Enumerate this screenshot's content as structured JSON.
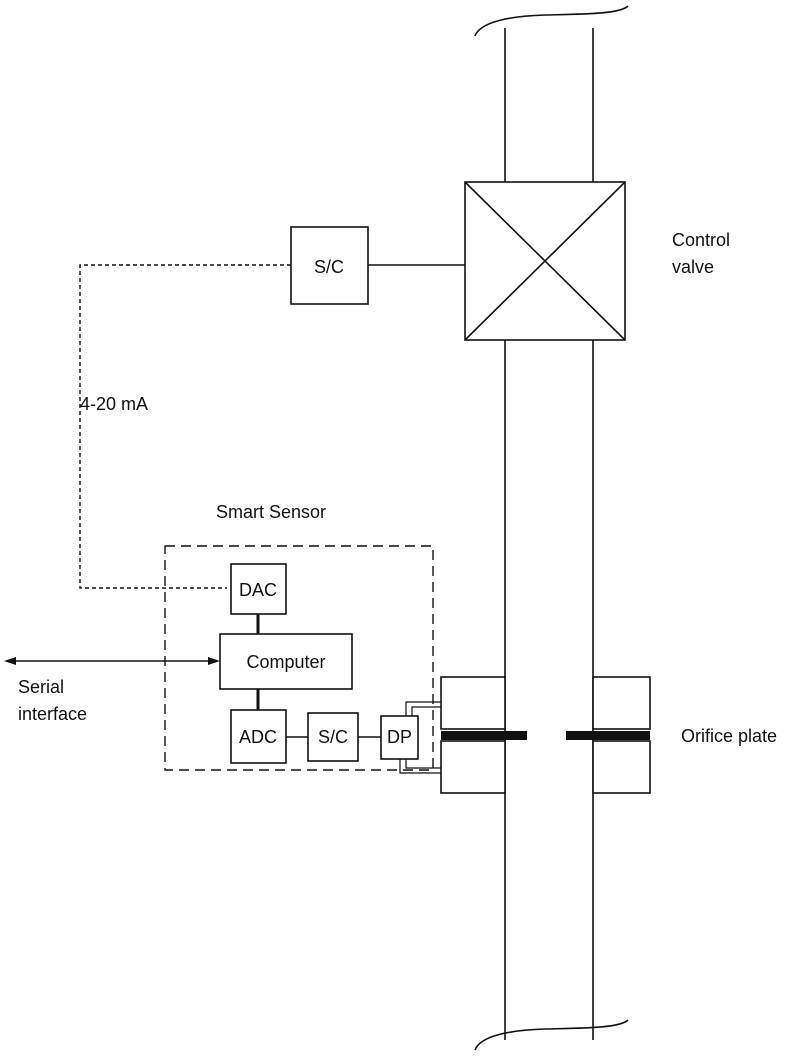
{
  "labels": {
    "control_valve": [
      "Control",
      "valve"
    ],
    "orifice_plate": "Orifice plate",
    "smart_sensor": "Smart Sensor",
    "current_loop": "4-20 mA",
    "serial_interface": [
      "Serial",
      "interface"
    ],
    "signal_conditioner_top": "S/C",
    "dac": "DAC",
    "computer": "Computer",
    "adc": "ADC",
    "signal_conditioner_bottom": "S/C",
    "dp": "DP"
  }
}
